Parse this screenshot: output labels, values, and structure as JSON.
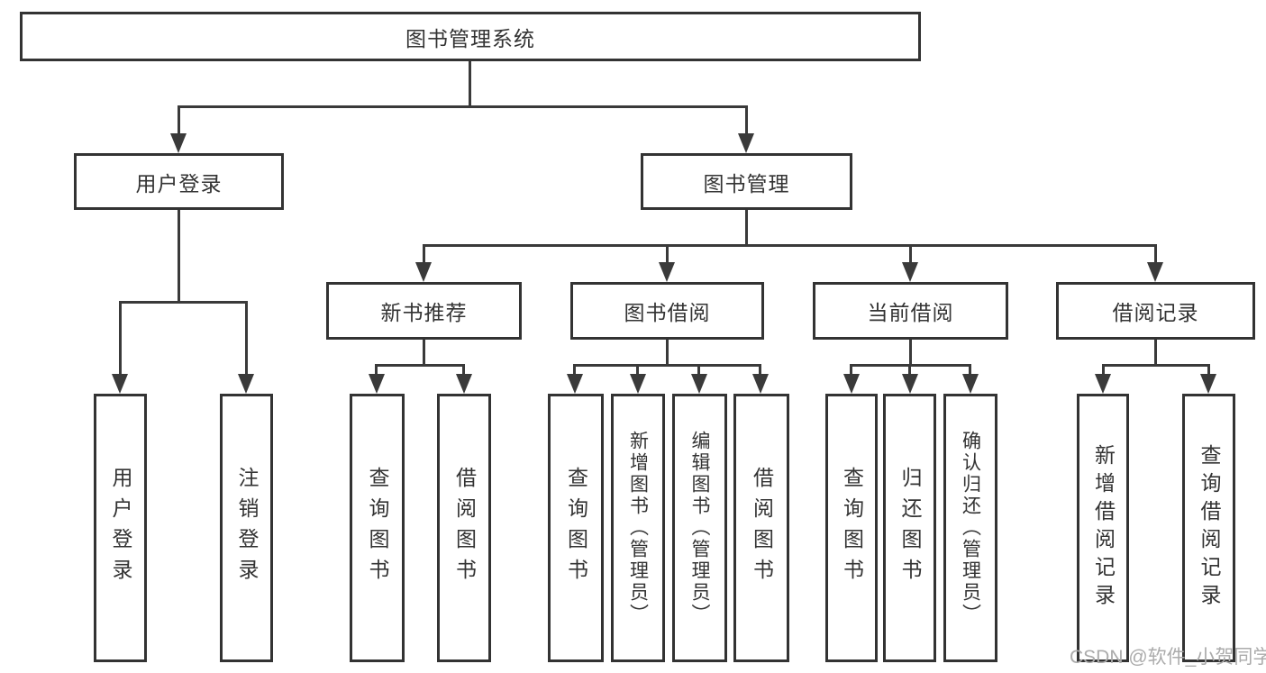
{
  "diagram": {
    "title": "图书管理系统",
    "watermark": "CSDN @软件_小贺同学",
    "colors": {
      "line": "#3a3a3a",
      "box_border": "#333333",
      "box_background": "#ffffff",
      "text": "#333333",
      "watermark": "#ababab",
      "page_background": "#ffffff"
    }
  },
  "nodes": {
    "root": {
      "label": "图书管理系统"
    },
    "user_login": {
      "label": "用户登录"
    },
    "book_mgmt": {
      "label": "图书管理"
    },
    "new_book": {
      "label": "新书推荐"
    },
    "book_borrow": {
      "label": "图书借阅"
    },
    "current_borrow": {
      "label": "当前借阅"
    },
    "borrow_record": {
      "label": "借阅记录"
    },
    "ul_login": {
      "label": "用户登录"
    },
    "ul_logout": {
      "label": "注销登录"
    },
    "nb_query": {
      "label": "查询图书"
    },
    "nb_borrow": {
      "label": "借阅图书"
    },
    "bb_query": {
      "label": "查询图书"
    },
    "bb_add": {
      "label": "新增图书（管理员）"
    },
    "bb_edit": {
      "label": "编辑图书（管理员）"
    },
    "bb_borrow": {
      "label": "借阅图书"
    },
    "cb_query": {
      "label": "查询图书"
    },
    "cb_return": {
      "label": "归还图书"
    },
    "cb_confirm": {
      "label": "确认归还（管理员）"
    },
    "br_add": {
      "label": "新增借阅记录"
    },
    "br_query": {
      "label": "查询借阅记录"
    }
  }
}
